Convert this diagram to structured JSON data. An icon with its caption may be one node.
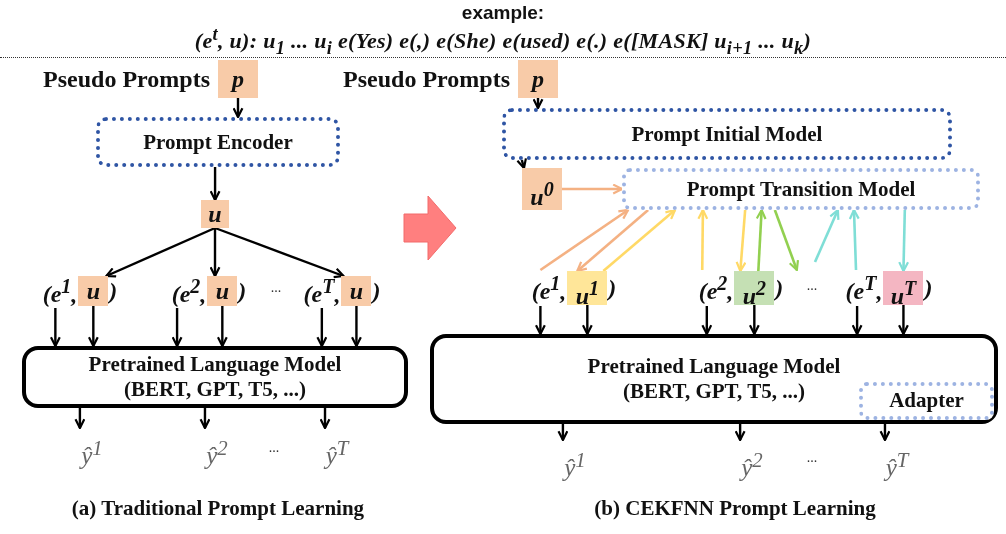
{
  "diagram": {
    "title": "example:",
    "nodes": [
      {
        "text": [
          "p"
        ],
        "beside": [
          "Pseudo Prompts"
        ]
      },
      {
        "text": [
          "Prompt Encoder"
        ]
      },
      {
        "text": [
          "u"
        ]
      },
      {
        "text": [
          "(e$^{1}$,",
          ")"
        ]
      },
      {
        "text": [
          "u"
        ],
        "in": 3
      },
      {
        "text": [
          "(e$^{2}$,",
          ")"
        ]
      },
      {
        "text": [
          "u"
        ],
        "in": 5
      },
      {
        "text": [
          "(e$^{T}$,",
          ")"
        ]
      },
      {
        "text": [
          "u"
        ],
        "in": 7
      },
      {
        "text": [
          "Pretrained Language Model",
          "(BERT, GPT, T5, ...)"
        ]
      },
      {
        "text": [
          "ŷ$^{1}$"
        ]
      },
      {
        "text": [
          "ŷ$^{2}$"
        ]
      },
      {
        "text": [
          "ŷ$^{T}$"
        ]
      },
      {
        "text": [
          "p"
        ],
        "beside": [
          "Pseudo Prompts"
        ]
      },
      {
        "text": [
          "Prompt Initial Model"
        ]
      },
      {
        "text": [
          "u$^{0}$"
        ]
      },
      {
        "text": [
          "Prompt Transition Model"
        ]
      },
      {
        "text": [
          "(e$^{1}$,",
          ")"
        ]
      },
      {
        "text": [
          "u$^{1}$"
        ],
        "in": 17
      },
      {
        "text": [
          "(e$^{2}$,",
          ")"
        ]
      },
      {
        "text": [
          "u$^{2}$"
        ],
        "in": 19
      },
      {
        "text": [
          "(e$^{T}$,",
          ")"
        ]
      },
      {
        "text": [
          "u$^{T}$"
        ],
        "in": 21
      },
      {
        "text": [
          "Pretrained Language Model",
          "(BERT, GPT, T5, ...)"
        ]
      },
      {
        "text": [
          "Adapter"
        ],
        "in": 23
      },
      {
        "text": [
          "ŷ$^{1}$"
        ]
      },
      {
        "text": [
          "ŷ$^{2}$"
        ]
      },
      {
        "text": [
          "ŷ$^{T}$"
        ]
      }
    ],
    "edges": [
      {
        "from": 0,
        "to": 1,
        "arrow": "to"
      },
      {
        "from": 1,
        "to": 2,
        "arrow": "to"
      },
      {
        "from": 2,
        "to": 4,
        "arrow": "to"
      },
      {
        "from": 2,
        "to": 6,
        "arrow": "to"
      },
      {
        "from": 2,
        "to": 8,
        "arrow": "to"
      },
      {
        "from": 3,
        "to": 9,
        "arrow": "to"
      },
      {
        "from": 4,
        "to": 9,
        "arrow": "to"
      },
      {
        "from": 5,
        "to": 9,
        "arrow": "to"
      },
      {
        "from": 6,
        "to": 9,
        "arrow": "to"
      },
      {
        "from": 7,
        "to": 9,
        "arrow": "to"
      },
      {
        "from": 8,
        "to": 9,
        "arrow": "to"
      },
      {
        "from": 9,
        "to": 10,
        "arrow": "to"
      },
      {
        "from": 9,
        "to": 11,
        "arrow": "to"
      },
      {
        "from": 9,
        "to": 12,
        "arrow": "to"
      },
      {
        "from": 13,
        "to": 14,
        "arrow": "to"
      },
      {
        "from": 14,
        "to": 15,
        "arrow": "to"
      },
      {
        "from": 15,
        "to": 16,
        "arrow": "to",
        "color": "#f4b183"
      },
      {
        "from": 17,
        "to": 16,
        "arrow": "to",
        "color": "#f4b183"
      },
      {
        "from": 16,
        "to": 18,
        "arrow": "to",
        "color": "#f4b183"
      },
      {
        "from": 18,
        "to": 16,
        "arrow": "to",
        "color": "#ffd966"
      },
      {
        "from": 19,
        "to": 16,
        "arrow": "to",
        "color": "#ffd966"
      },
      {
        "from": 16,
        "to": 20,
        "arrow": "to",
        "color": "#ffd966"
      },
      {
        "from": 20,
        "to": 16,
        "arrow": "to",
        "color": "#92d050"
      },
      {
        "from": 16,
        "to": 19,
        "arrow": "to",
        "color": "#92d050"
      },
      {
        "from": null,
        "to": 16,
        "arrow": "to",
        "color": "#7fded6"
      },
      {
        "from": 21,
        "to": 16,
        "arrow": "to",
        "color": "#7fded6"
      },
      {
        "from": 16,
        "to": 22,
        "arrow": "to",
        "color": "#7fded6"
      },
      {
        "from": 17,
        "to": 23,
        "arrow": "to"
      },
      {
        "from": 18,
        "to": 23,
        "arrow": "to"
      },
      {
        "from": 19,
        "to": 23,
        "arrow": "to"
      },
      {
        "from": 20,
        "to": 23,
        "arrow": "to"
      },
      {
        "from": 21,
        "to": 23,
        "arrow": "to"
      },
      {
        "from": 22,
        "to": 23,
        "arrow": "to"
      },
      {
        "from": 23,
        "to": 25,
        "arrow": "to"
      },
      {
        "from": 23,
        "to": 26,
        "arrow": "to"
      },
      {
        "from": 23,
        "to": 27,
        "arrow": "to"
      }
    ],
    "labels": [
      "(e$^{t}$, u): u$_{1}$ ... u$_{i}$ e(Yes) e(,) e(She) e(used) e(.) e([MASK] u$_{i+1}$ ... u$_{k}$)",
      "...",
      "...",
      "...",
      "...",
      "(a) Traditional Prompt Learning",
      "(b) CEKFNN Prompt Learning"
    ]
  }
}
